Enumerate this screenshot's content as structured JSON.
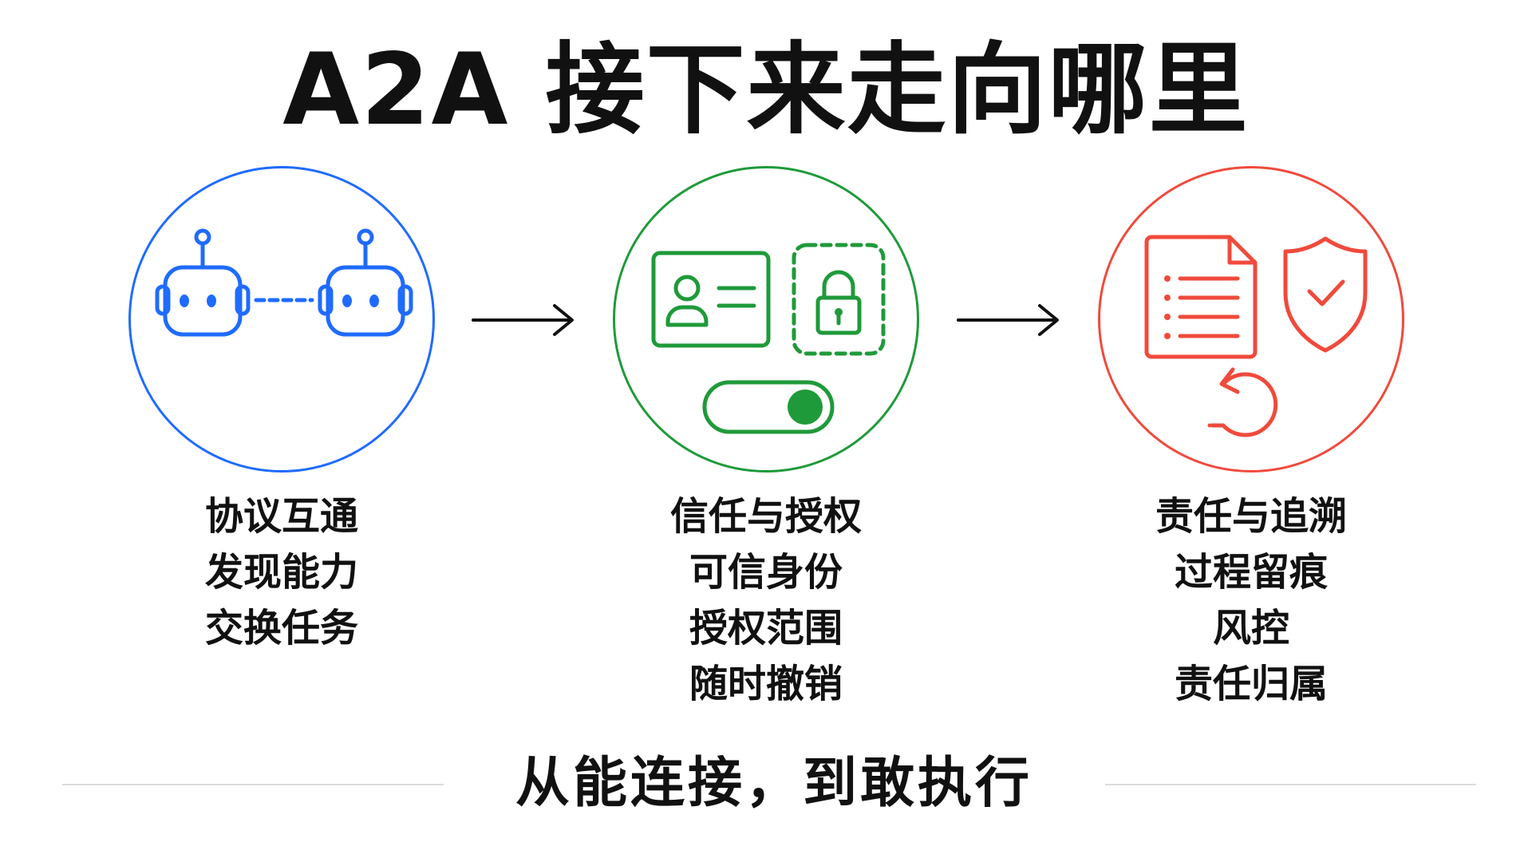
{
  "title": "A2A 接下来走向哪里",
  "stages": [
    {
      "color": "#1f6bff",
      "icons": [
        "robot-icon",
        "robot-icon"
      ],
      "lines": [
        "协议互通",
        "发现能力",
        "交换任务"
      ]
    },
    {
      "color": "#1f9a3a",
      "icons": [
        "id-card-icon",
        "lock-icon",
        "toggle-icon"
      ],
      "lines": [
        "信任与授权",
        "可信身份",
        "授权范围",
        "随时撤销"
      ]
    },
    {
      "color": "#f04a3c",
      "icons": [
        "document-list-icon",
        "shield-check-icon",
        "undo-arrow-icon"
      ],
      "lines": [
        "责任与追溯",
        "过程留痕",
        "风控",
        "责任归属"
      ]
    }
  ],
  "arrows": [
    "arrow-right-icon",
    "arrow-right-icon"
  ],
  "tagline": "从能连接，到敢执行"
}
